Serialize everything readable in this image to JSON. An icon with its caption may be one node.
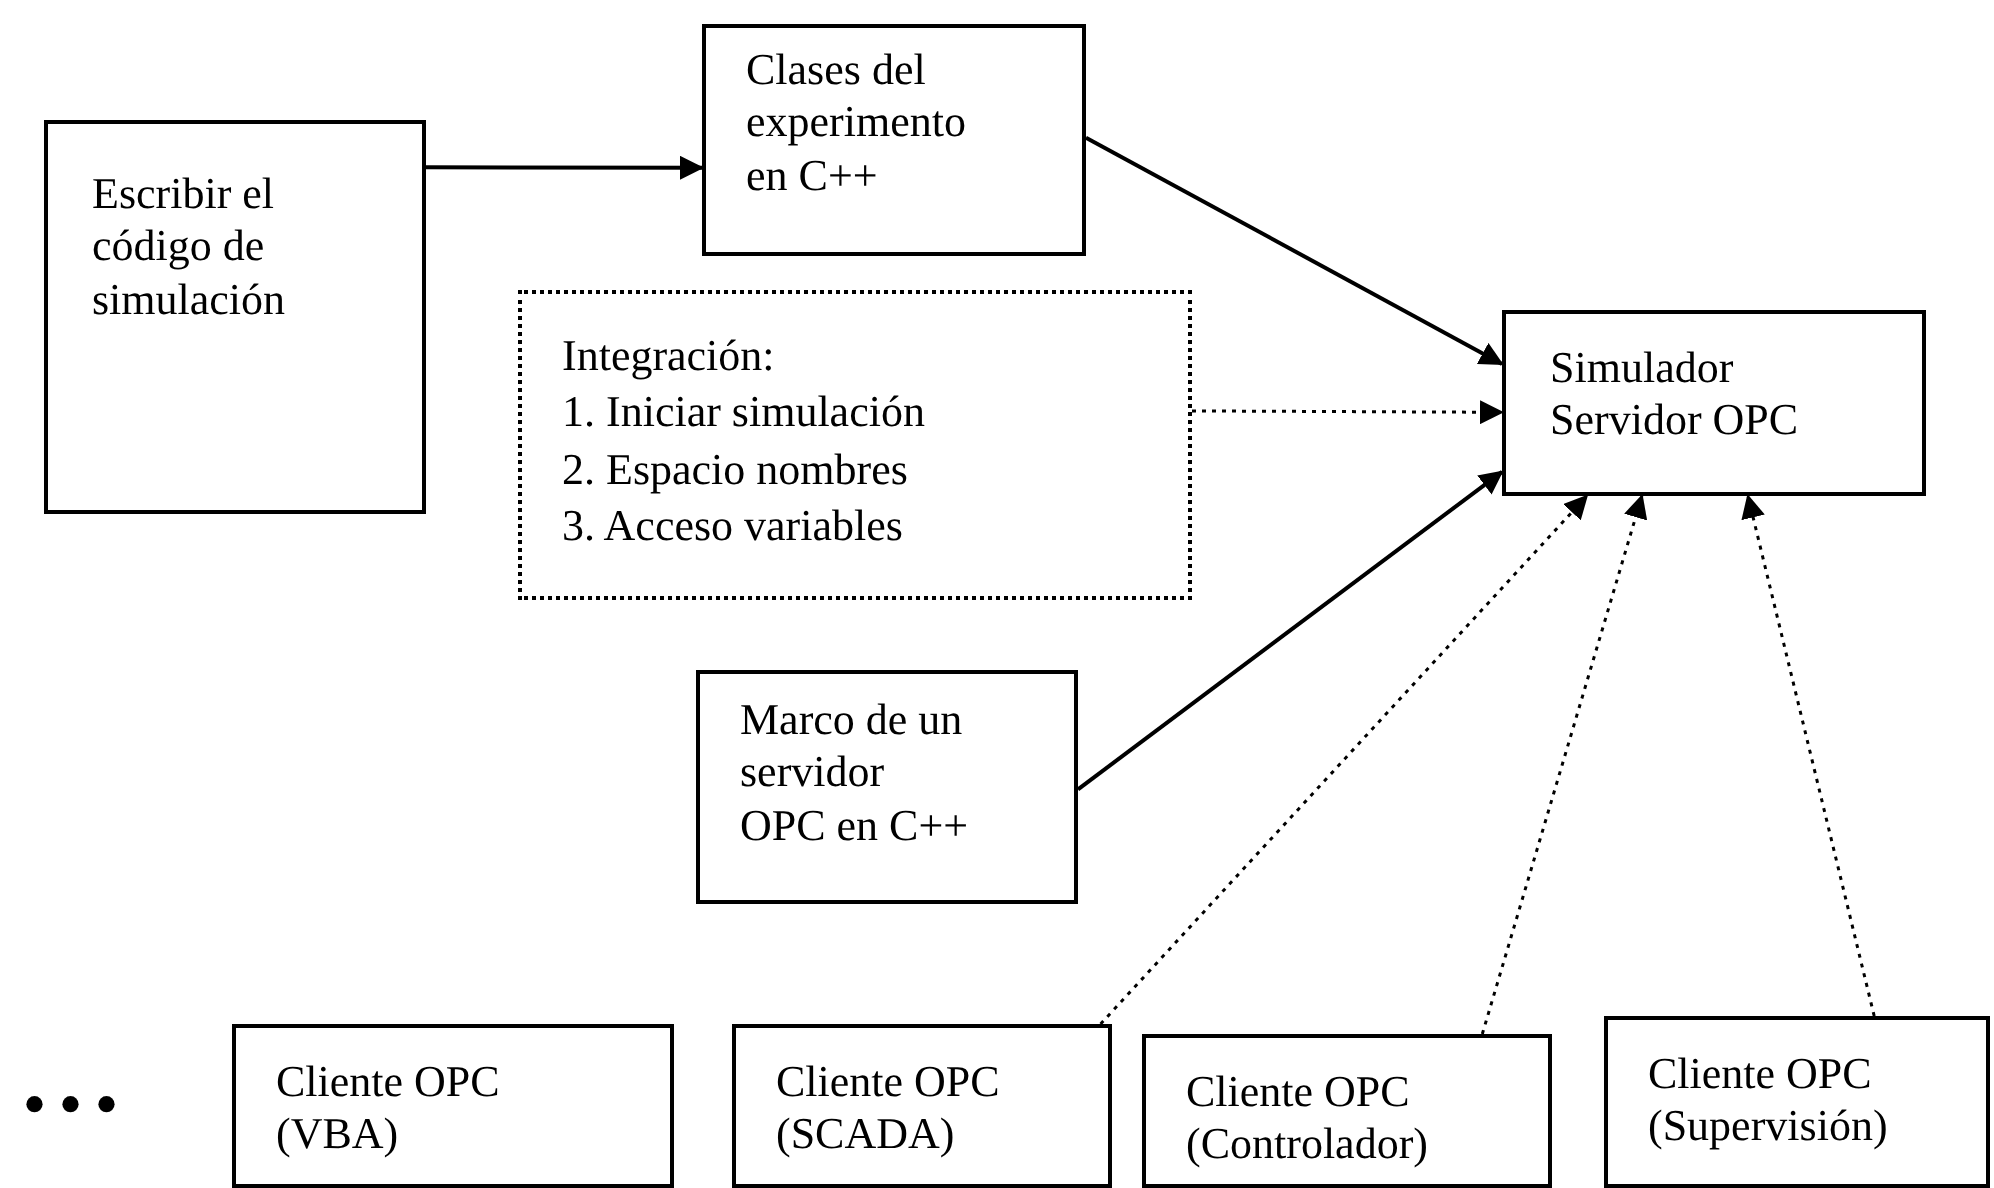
{
  "diagram": {
    "nodes": [
      {
        "text": [
          "Escribir el código de simulación"
        ]
      },
      {
        "text": [
          "Clases del experimento en C++"
        ]
      },
      {
        "text": [
          "Integración:",
          "1. Iniciar simulación",
          "2. Espacio nombres",
          "3. Acceso variables"
        ]
      },
      {
        "text": [
          "Simulador Servidor OPC"
        ]
      },
      {
        "text": [
          "Marco de un servidor OPC en C++"
        ]
      },
      {
        "text": [
          "Cliente OPC (VBA)"
        ]
      },
      {
        "text": [
          "Cliente OPC (SCADA)"
        ]
      },
      {
        "text": [
          "Cliente OPC (Controlador)"
        ]
      },
      {
        "text": [
          "Cliente OPC (Supervisión)"
        ]
      }
    ],
    "edges": [
      {
        "from": 0,
        "to": 1,
        "arrow": "to"
      },
      {
        "from": 1,
        "to": 3,
        "arrow": "to"
      },
      {
        "from": 2,
        "to": 3,
        "arrow": "to",
        "style": "dashed"
      },
      {
        "from": 4,
        "to": 3,
        "arrow": "to"
      },
      {
        "from": 6,
        "to": 3,
        "arrow": "to",
        "style": "dashed"
      },
      {
        "from": 7,
        "to": 3,
        "arrow": "to",
        "style": "dashed"
      },
      {
        "from": 8,
        "to": 3,
        "arrow": "to",
        "style": "dashed"
      }
    ],
    "labels": [
      "• • •"
    ]
  }
}
